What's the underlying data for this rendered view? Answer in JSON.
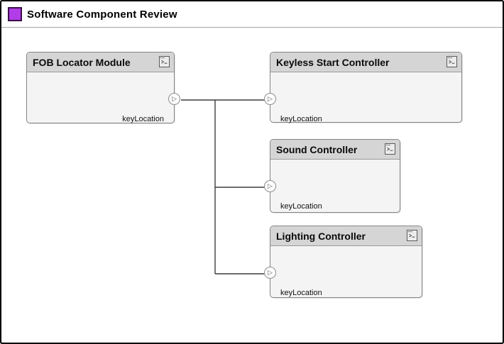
{
  "diagram": {
    "title": "Software Component Review"
  },
  "icons": {
    "port_triangle": "▷",
    "component_kind_icon": "software-component-window-icon"
  },
  "colors": {
    "title_swatch": "#b23ce8",
    "title_swatch_border": "#3a0d49",
    "component_header_bg": "#d5d5d5",
    "component_body_bg": "#f4f4f4",
    "component_border": "#868686",
    "wire": "#3d3d3d",
    "canvas_bg": "#ffffff"
  },
  "components": [
    {
      "title": "FOB Locator Module",
      "ports": [
        {
          "name": "keyLocation",
          "direction": "out"
        }
      ]
    },
    {
      "title": "Keyless Start Controller",
      "ports": [
        {
          "name": "keyLocation",
          "direction": "in"
        }
      ]
    },
    {
      "title": "Sound Controller",
      "ports": [
        {
          "name": "keyLocation",
          "direction": "in"
        }
      ]
    },
    {
      "title": "Lighting Controller",
      "ports": [
        {
          "name": "keyLocation",
          "direction": "in"
        }
      ]
    }
  ],
  "connections": [
    {
      "from": "FOB Locator Module.keyLocation",
      "to": "Keyless Start Controller.keyLocation"
    },
    {
      "from": "FOB Locator Module.keyLocation",
      "to": "Sound Controller.keyLocation"
    },
    {
      "from": "FOB Locator Module.keyLocation",
      "to": "Lighting Controller.keyLocation"
    }
  ]
}
